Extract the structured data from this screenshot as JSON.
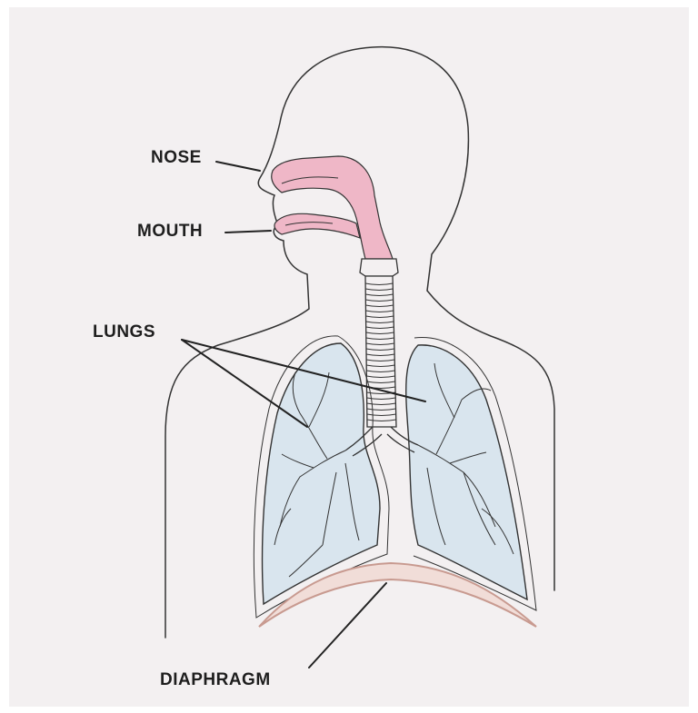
{
  "labels": {
    "nose": "NOSE",
    "mouth": "MOUTH",
    "lungs": "LUNGS",
    "diaphragm": "DIAPHRAGM"
  },
  "colors": {
    "paper": "#f3f0f1",
    "outline": "#333333",
    "nasal_mouth_passage": "#efb7c7",
    "lung_fill": "#d9e5ee",
    "diaphragm_fill": "#f1ddd8",
    "diaphragm_edge": "#c89a90"
  }
}
